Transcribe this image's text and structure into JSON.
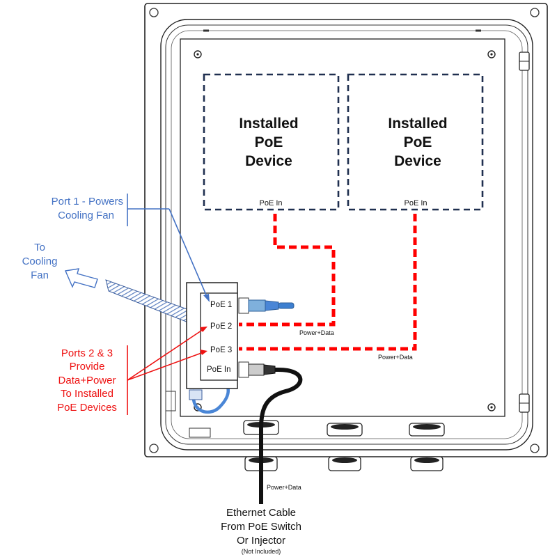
{
  "devices": [
    {
      "title_lines": [
        "Installed",
        "PoE",
        "Device"
      ],
      "port_label": "PoE In"
    },
    {
      "title_lines": [
        "Installed",
        "PoE",
        "Device"
      ],
      "port_label": "PoE In"
    }
  ],
  "injector": {
    "ports": [
      "PoE 1",
      "PoE 2",
      "PoE 3",
      "PoE In"
    ]
  },
  "wire_labels": {
    "port2": "Power+Data",
    "port3": "Power+Data",
    "incoming": "Power+Data"
  },
  "callouts": {
    "port1": [
      "Port 1 - Powers",
      "Cooling Fan"
    ],
    "fan": [
      "To",
      "Cooling",
      "Fan"
    ],
    "ports23": [
      "Ports 2 & 3",
      "Provide",
      "Data+Power",
      "To Installed",
      "PoE Devices"
    ],
    "cable": [
      "Ethernet Cable",
      "From PoE Switch",
      "Or Injector"
    ],
    "cable_note": "(Not Included)"
  },
  "colors": {
    "power_line": "#ff0000",
    "device_outline": "#1f2f4f",
    "port1_callout": "#4472c4",
    "ports23_callout": "#ee1111",
    "cable": "#111111",
    "fan_cable": "#6a8fc7"
  }
}
